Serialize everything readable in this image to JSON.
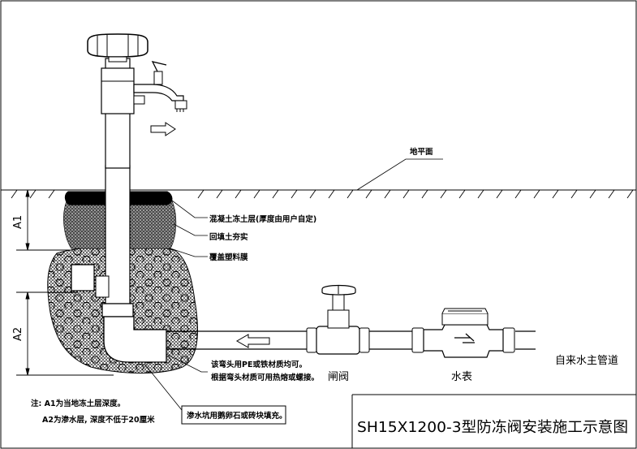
{
  "title": "SH15X1200-3型防冻阀安装施工示意图",
  "labels": {
    "ground_surface": "地平面",
    "layer_concrete": "混凝土冻土层(厚度由用户自定)",
    "layer_backfill": "回填土夯实",
    "layer_film": "覆盖塑料膜",
    "elbow_note_1": "该弯头用PE或铁材质均可。",
    "elbow_note_2": "根据弯头材质可用热熔或螺接。",
    "seepage_pit": "渗水坑用鹅卵石或砖块填充。",
    "gate_valve": "闸阀",
    "water_meter": "水表",
    "main_pipe": "自来水主管道",
    "dim_a1": "A1",
    "dim_a2": "A2",
    "note_line_1": "注: A1为当地冻土层深度。",
    "note_line_2": "A2为渗水层, 深度不低于20厘米"
  }
}
